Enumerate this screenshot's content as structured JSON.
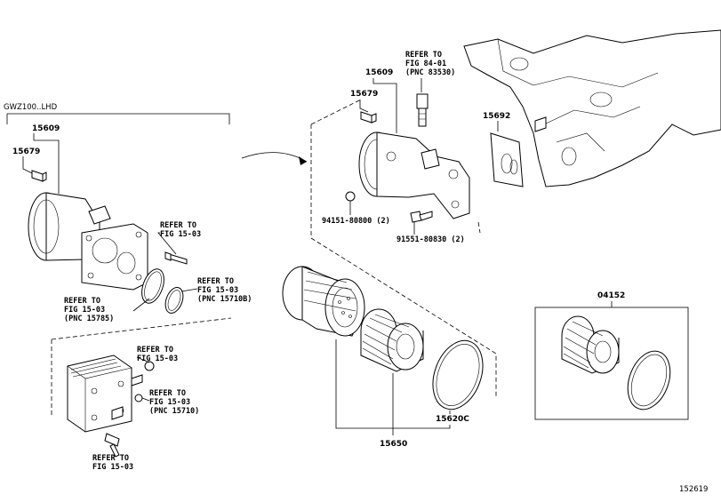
{
  "variant_label": "GWZ100..LHD",
  "figure_code": "152619",
  "left_group": {
    "p15609": "15609",
    "p15679": "15679",
    "refer_a": [
      "REFER TO",
      "FIG 15-03"
    ],
    "refer_b": [
      "REFER TO",
      "FIG 15-03",
      "(PNC 15710B)"
    ],
    "refer_c": [
      "REFER TO",
      "FIG 15-03",
      "(PNC 15785)"
    ]
  },
  "cooler_group": {
    "refer_a": [
      "REFER TO",
      "FIG 15-03"
    ],
    "refer_b": [
      "REFER TO",
      "FIG 15-03",
      "(PNC 15710)"
    ],
    "refer_c": [
      "REFER TO",
      "FIG 15-03"
    ]
  },
  "top_group": {
    "p15609": "15609",
    "p15679": "15679",
    "refer_switch": [
      "REFER TO",
      "FIG 84-01",
      "(PNC 83530)"
    ],
    "p15692": "15692",
    "bolt_a": "94151-80800 (2)",
    "bolt_b": "91551-80830 (2)"
  },
  "filter_group": {
    "p15620c": "15620C",
    "p15650": "15650"
  },
  "kit_box": {
    "p04152": "04152"
  }
}
